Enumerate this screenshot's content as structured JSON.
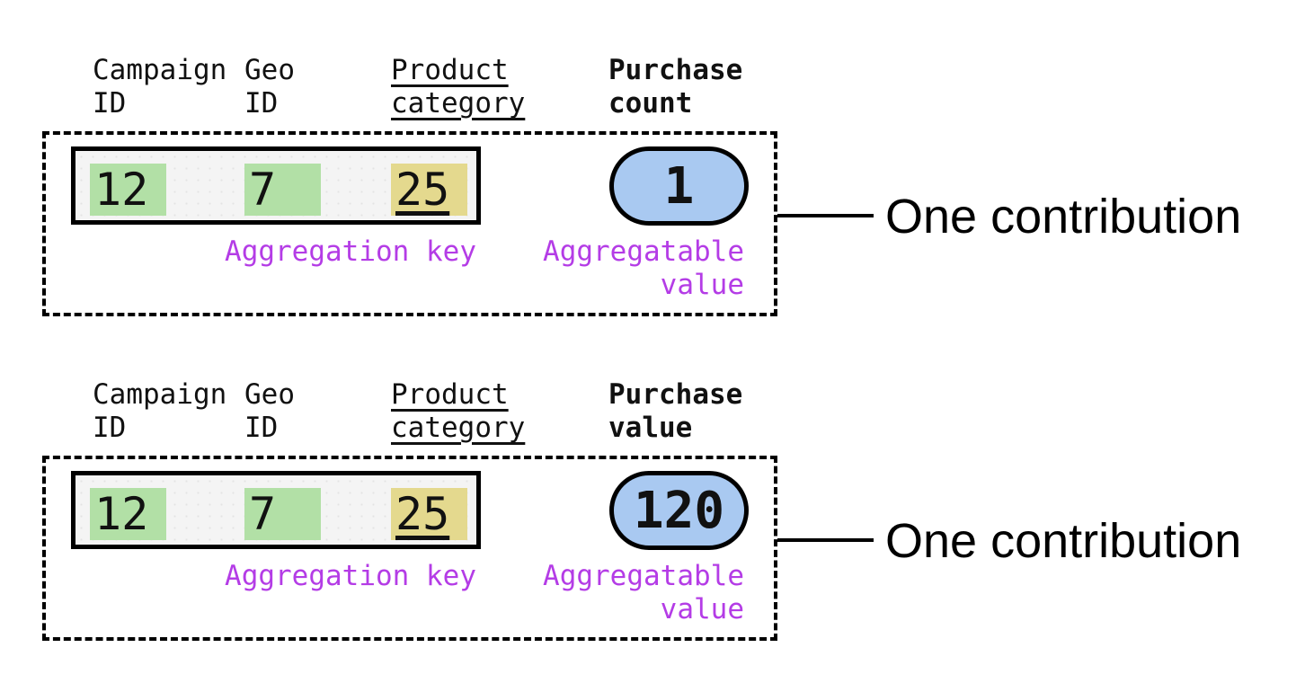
{
  "colors": {
    "text": "#111111",
    "highlight_green": "#b2e0a6",
    "highlight_yellow": "#e4d98e",
    "pill_blue": "#a9c9f1",
    "label_purple": "#b43ce6",
    "record_background": "#f4f4f4",
    "border_black": "#000000"
  },
  "sections": [
    {
      "headers": [
        {
          "line1": "Campaign",
          "line2": "ID"
        },
        {
          "line1": "Geo",
          "line2": "ID"
        },
        {
          "line1": "Product",
          "line2": "category"
        },
        {
          "line1": "Purchase",
          "line2": "count"
        }
      ],
      "record": {
        "campaign_id": "12",
        "geo_id": "7",
        "product_category": "25"
      },
      "aggregatable_value": "1",
      "aggregation_key_label": "Aggregation key",
      "aggregatable_value_label": {
        "line1": "Aggregatable",
        "line2": "value"
      },
      "annotation": "One contribution"
    },
    {
      "headers": [
        {
          "line1": "Campaign",
          "line2": "ID"
        },
        {
          "line1": "Geo",
          "line2": "ID"
        },
        {
          "line1": "Product",
          "line2": "category"
        },
        {
          "line1": "Purchase",
          "line2": "value"
        }
      ],
      "record": {
        "campaign_id": "12",
        "geo_id": "7",
        "product_category": "25"
      },
      "aggregatable_value": "120",
      "aggregation_key_label": "Aggregation key",
      "aggregatable_value_label": {
        "line1": "Aggregatable",
        "line2": "value"
      },
      "annotation": "One contribution"
    }
  ]
}
